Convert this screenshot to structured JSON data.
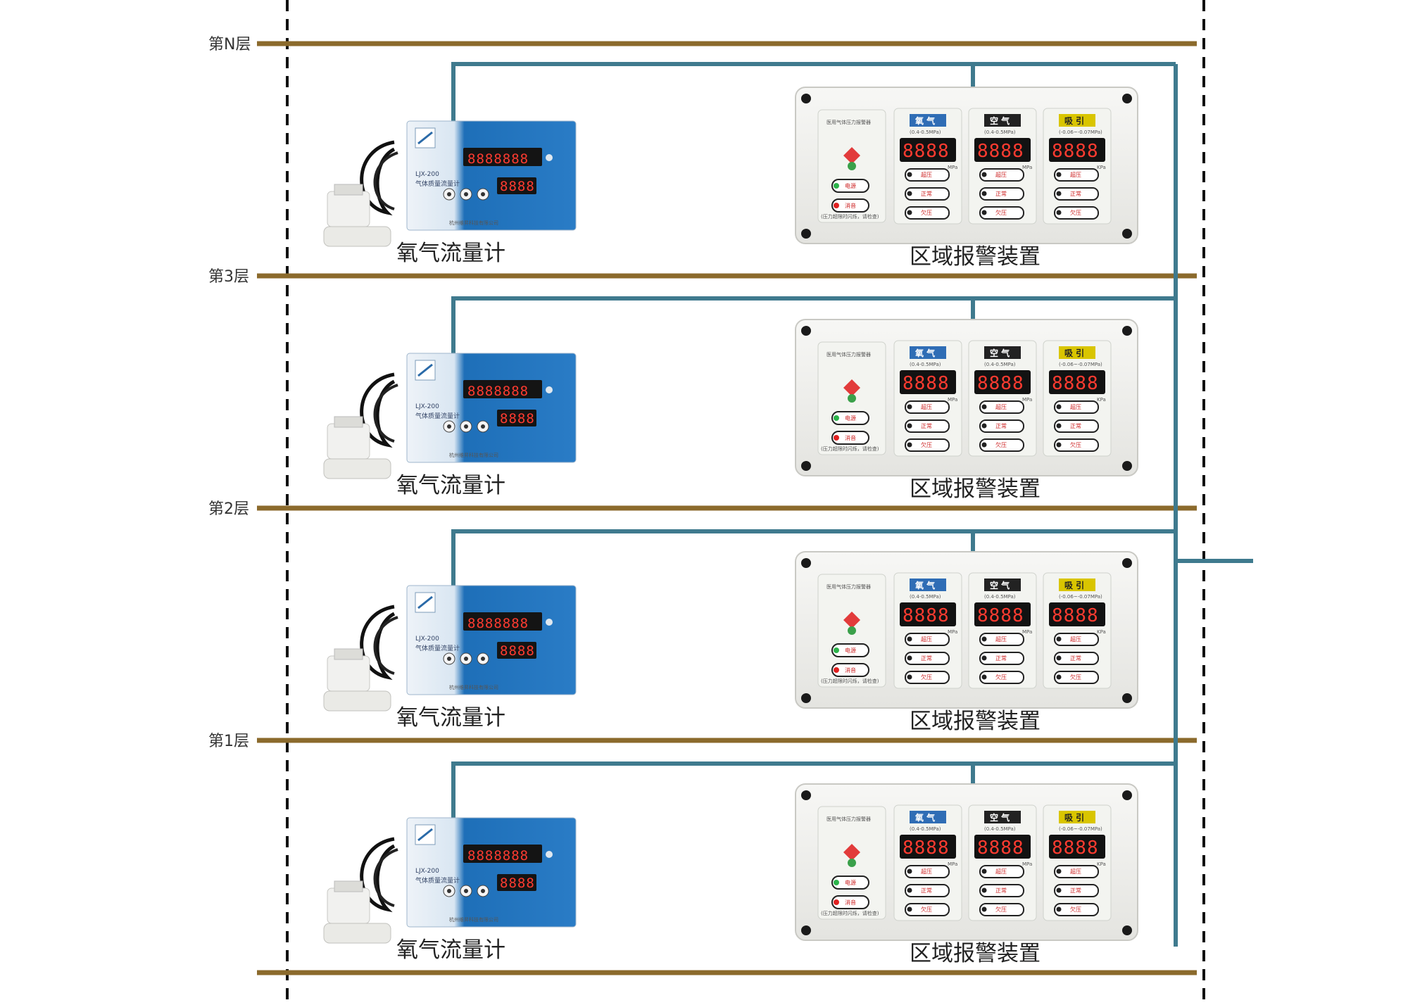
{
  "colors": {
    "floor_line": "#8b6a2c",
    "pipe": "#3f7a8e",
    "boundary": "#111111"
  },
  "floors": [
    {
      "label": "第N层",
      "flowmeter": {
        "caption": "氧气流量计",
        "model": "LJX-200",
        "product": "气体质量流量计",
        "display_main": "8888888",
        "display_sub": "8888",
        "maker": "杭州维昇科技有限公司"
      },
      "alarm": {
        "caption": "区域报警装置",
        "title": "医用气体压力报警器",
        "left_buttons": [
          "电源",
          "消音"
        ],
        "footer_note": "(压力超限时闪烁，请检查)",
        "channels": [
          {
            "name": "氧 气",
            "range": "(0.4-0.5MPa)",
            "display": "8888",
            "unit": "MPa",
            "buttons": [
              "超压",
              "正常",
              "欠压"
            ]
          },
          {
            "name": "空 气",
            "range": "(0.4-0.5MPa)",
            "display": "8888",
            "unit": "MPa",
            "buttons": [
              "超压",
              "正常",
              "欠压"
            ]
          },
          {
            "name": "吸 引",
            "range": "(-0.06~-0.07MPa)",
            "display": "8888",
            "unit": "KPa",
            "buttons": [
              "超压",
              "正常",
              "欠压"
            ]
          }
        ]
      }
    },
    {
      "label": "第3层",
      "flowmeter": {
        "caption": "氧气流量计",
        "model": "LJX-200",
        "product": "气体质量流量计",
        "display_main": "8888888",
        "display_sub": "8888",
        "maker": "杭州维昇科技有限公司"
      },
      "alarm": {
        "caption": "区域报警装置",
        "title": "医用气体压力报警器",
        "left_buttons": [
          "电源",
          "消音"
        ],
        "footer_note": "(压力超限时闪烁，请检查)",
        "channels": [
          {
            "name": "氧 气",
            "range": "(0.4-0.5MPa)",
            "display": "8888",
            "unit": "MPa",
            "buttons": [
              "超压",
              "正常",
              "欠压"
            ]
          },
          {
            "name": "空 气",
            "range": "(0.4-0.5MPa)",
            "display": "8888",
            "unit": "MPa",
            "buttons": [
              "超压",
              "正常",
              "欠压"
            ]
          },
          {
            "name": "吸 引",
            "range": "(-0.06~-0.07MPa)",
            "display": "8888",
            "unit": "KPa",
            "buttons": [
              "超压",
              "正常",
              "欠压"
            ]
          }
        ]
      }
    },
    {
      "label": "第2层",
      "flowmeter": {
        "caption": "氧气流量计",
        "model": "LJX-200",
        "product": "气体质量流量计",
        "display_main": "8888888",
        "display_sub": "8888",
        "maker": "杭州维昇科技有限公司"
      },
      "alarm": {
        "caption": "区域报警装置",
        "title": "医用气体压力报警器",
        "left_buttons": [
          "电源",
          "消音"
        ],
        "footer_note": "(压力超限时闪烁，请检查)",
        "channels": [
          {
            "name": "氧 气",
            "range": "(0.4-0.5MPa)",
            "display": "8888",
            "unit": "MPa",
            "buttons": [
              "超压",
              "正常",
              "欠压"
            ]
          },
          {
            "name": "空 气",
            "range": "(0.4-0.5MPa)",
            "display": "8888",
            "unit": "MPa",
            "buttons": [
              "超压",
              "正常",
              "欠压"
            ]
          },
          {
            "name": "吸 引",
            "range": "(-0.06~-0.07MPa)",
            "display": "8888",
            "unit": "KPa",
            "buttons": [
              "超压",
              "正常",
              "欠压"
            ]
          }
        ]
      }
    },
    {
      "label": "第1层",
      "flowmeter": {
        "caption": "氧气流量计",
        "model": "LJX-200",
        "product": "气体质量流量计",
        "display_main": "8888888",
        "display_sub": "8888",
        "maker": "杭州维昇科技有限公司"
      },
      "alarm": {
        "caption": "区域报警装置",
        "title": "医用气体压力报警器",
        "left_buttons": [
          "电源",
          "消音"
        ],
        "footer_note": "(压力超限时闪烁，请检查)",
        "channels": [
          {
            "name": "氧 气",
            "range": "(0.4-0.5MPa)",
            "display": "8888",
            "unit": "MPa",
            "buttons": [
              "超压",
              "正常",
              "欠压"
            ]
          },
          {
            "name": "空 气",
            "range": "(0.4-0.5MPa)",
            "display": "8888",
            "unit": "MPa",
            "buttons": [
              "超压",
              "正常",
              "欠压"
            ]
          },
          {
            "name": "吸 引",
            "range": "(-0.06~-0.07MPa)",
            "display": "8888",
            "unit": "KPa",
            "buttons": [
              "超压",
              "正常",
              "欠压"
            ]
          }
        ]
      }
    }
  ]
}
